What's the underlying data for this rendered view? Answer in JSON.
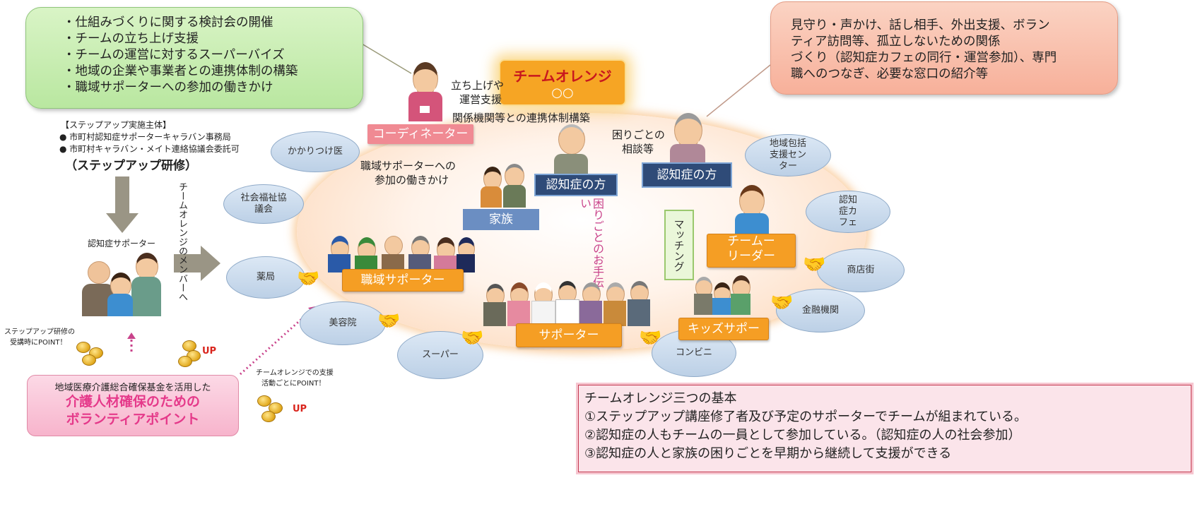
{
  "green_callout": {
    "items": [
      "仕組みづくりに関する検討会の開催",
      "チームの立ち上げ支援",
      "チームの運営に対するスーパーバイズ",
      "地域の企業や事業者との連携体制の構築",
      "職域サポーターへの参加の働きかけ"
    ]
  },
  "pink_callout": {
    "lines": [
      "見守り・声かけ、話し相手、外出支援、ボラン",
      "ティア訪問等、孤立しないための関係",
      "づくり（認知症カフェの同行・運営参加）、専門",
      "職へのつなぎ、必要な窓口の紹介等"
    ]
  },
  "title_box": {
    "line1": "チームオレンジ",
    "line2": "○○"
  },
  "coordinator": {
    "label": "コーディネーター",
    "support_line1": "立ち上げや",
    "support_line2": "運営支援",
    "relation": "関係機関等との連携体制構築",
    "invite_line1": "職域サポーターへの",
    "invite_line2": "参加の働きかけ"
  },
  "stepup": {
    "header": "【ステップアップ実施主体】",
    "org1": "市町村認知症サポーターキャラバン事務局",
    "org2": "市町村キャラバン・メイト連絡協議会委託可",
    "training": "（ステップアップ研修）",
    "member_vertical": "チームオレンジのメンバーへ",
    "supporter_label": "認知症サポーター",
    "point_note1": "ステップアップ研修の",
    "point_note2": "受講時にPOINT！"
  },
  "fund": {
    "line1": "地域医療介護総合確保基金を活用した",
    "line2": "介護人材確保のための",
    "line3": "ボランティアポイント"
  },
  "activity_point": {
    "line1": "チームオレンジでの支援",
    "line2": "活動ごとにPOINT！",
    "up": "UP"
  },
  "ring": {
    "dementia_person_a": "認知症の方",
    "dementia_person_b": "認知症の方",
    "consult_line1": "困りごとの",
    "consult_line2": "相談等",
    "family": "家族",
    "help_vertical": "困りごとのお手伝い",
    "matching": "マッチング",
    "team_leader_line1": "チームー",
    "team_leader_line2": "リーダー",
    "workplace_supporter": "職域サポーター",
    "supporter": "サポーター",
    "kids_supporter": "キッズサポー"
  },
  "satellites": {
    "family_doctor": "かかりつけ医",
    "social_welfare": "社会福祉協議会",
    "pharmacy": "薬局",
    "beauty_salon": "美容院",
    "supermarket": "スーパー",
    "convenience": "コンビニ",
    "finance": "金融機関",
    "shopping_street": "商店街",
    "dementia_cafe": "認知症カフェ",
    "regional_center": "地域包括支援センター"
  },
  "basics": {
    "title": "チームオレンジ三つの基本",
    "item1": "①ステップアップ講座修了者及び予定のサポーターでチームが組まれている。",
    "item2": "②認知症の人もチームの一員として参加している。（認知症の人の社会参加）",
    "item3": "③認知症の人と家族の困りごとを早期から継続して支援ができる"
  },
  "colors": {
    "orange": "#f59e24",
    "navy": "#2f4b78",
    "pink_text": "#e5398a",
    "title_red": "#c8171e"
  }
}
